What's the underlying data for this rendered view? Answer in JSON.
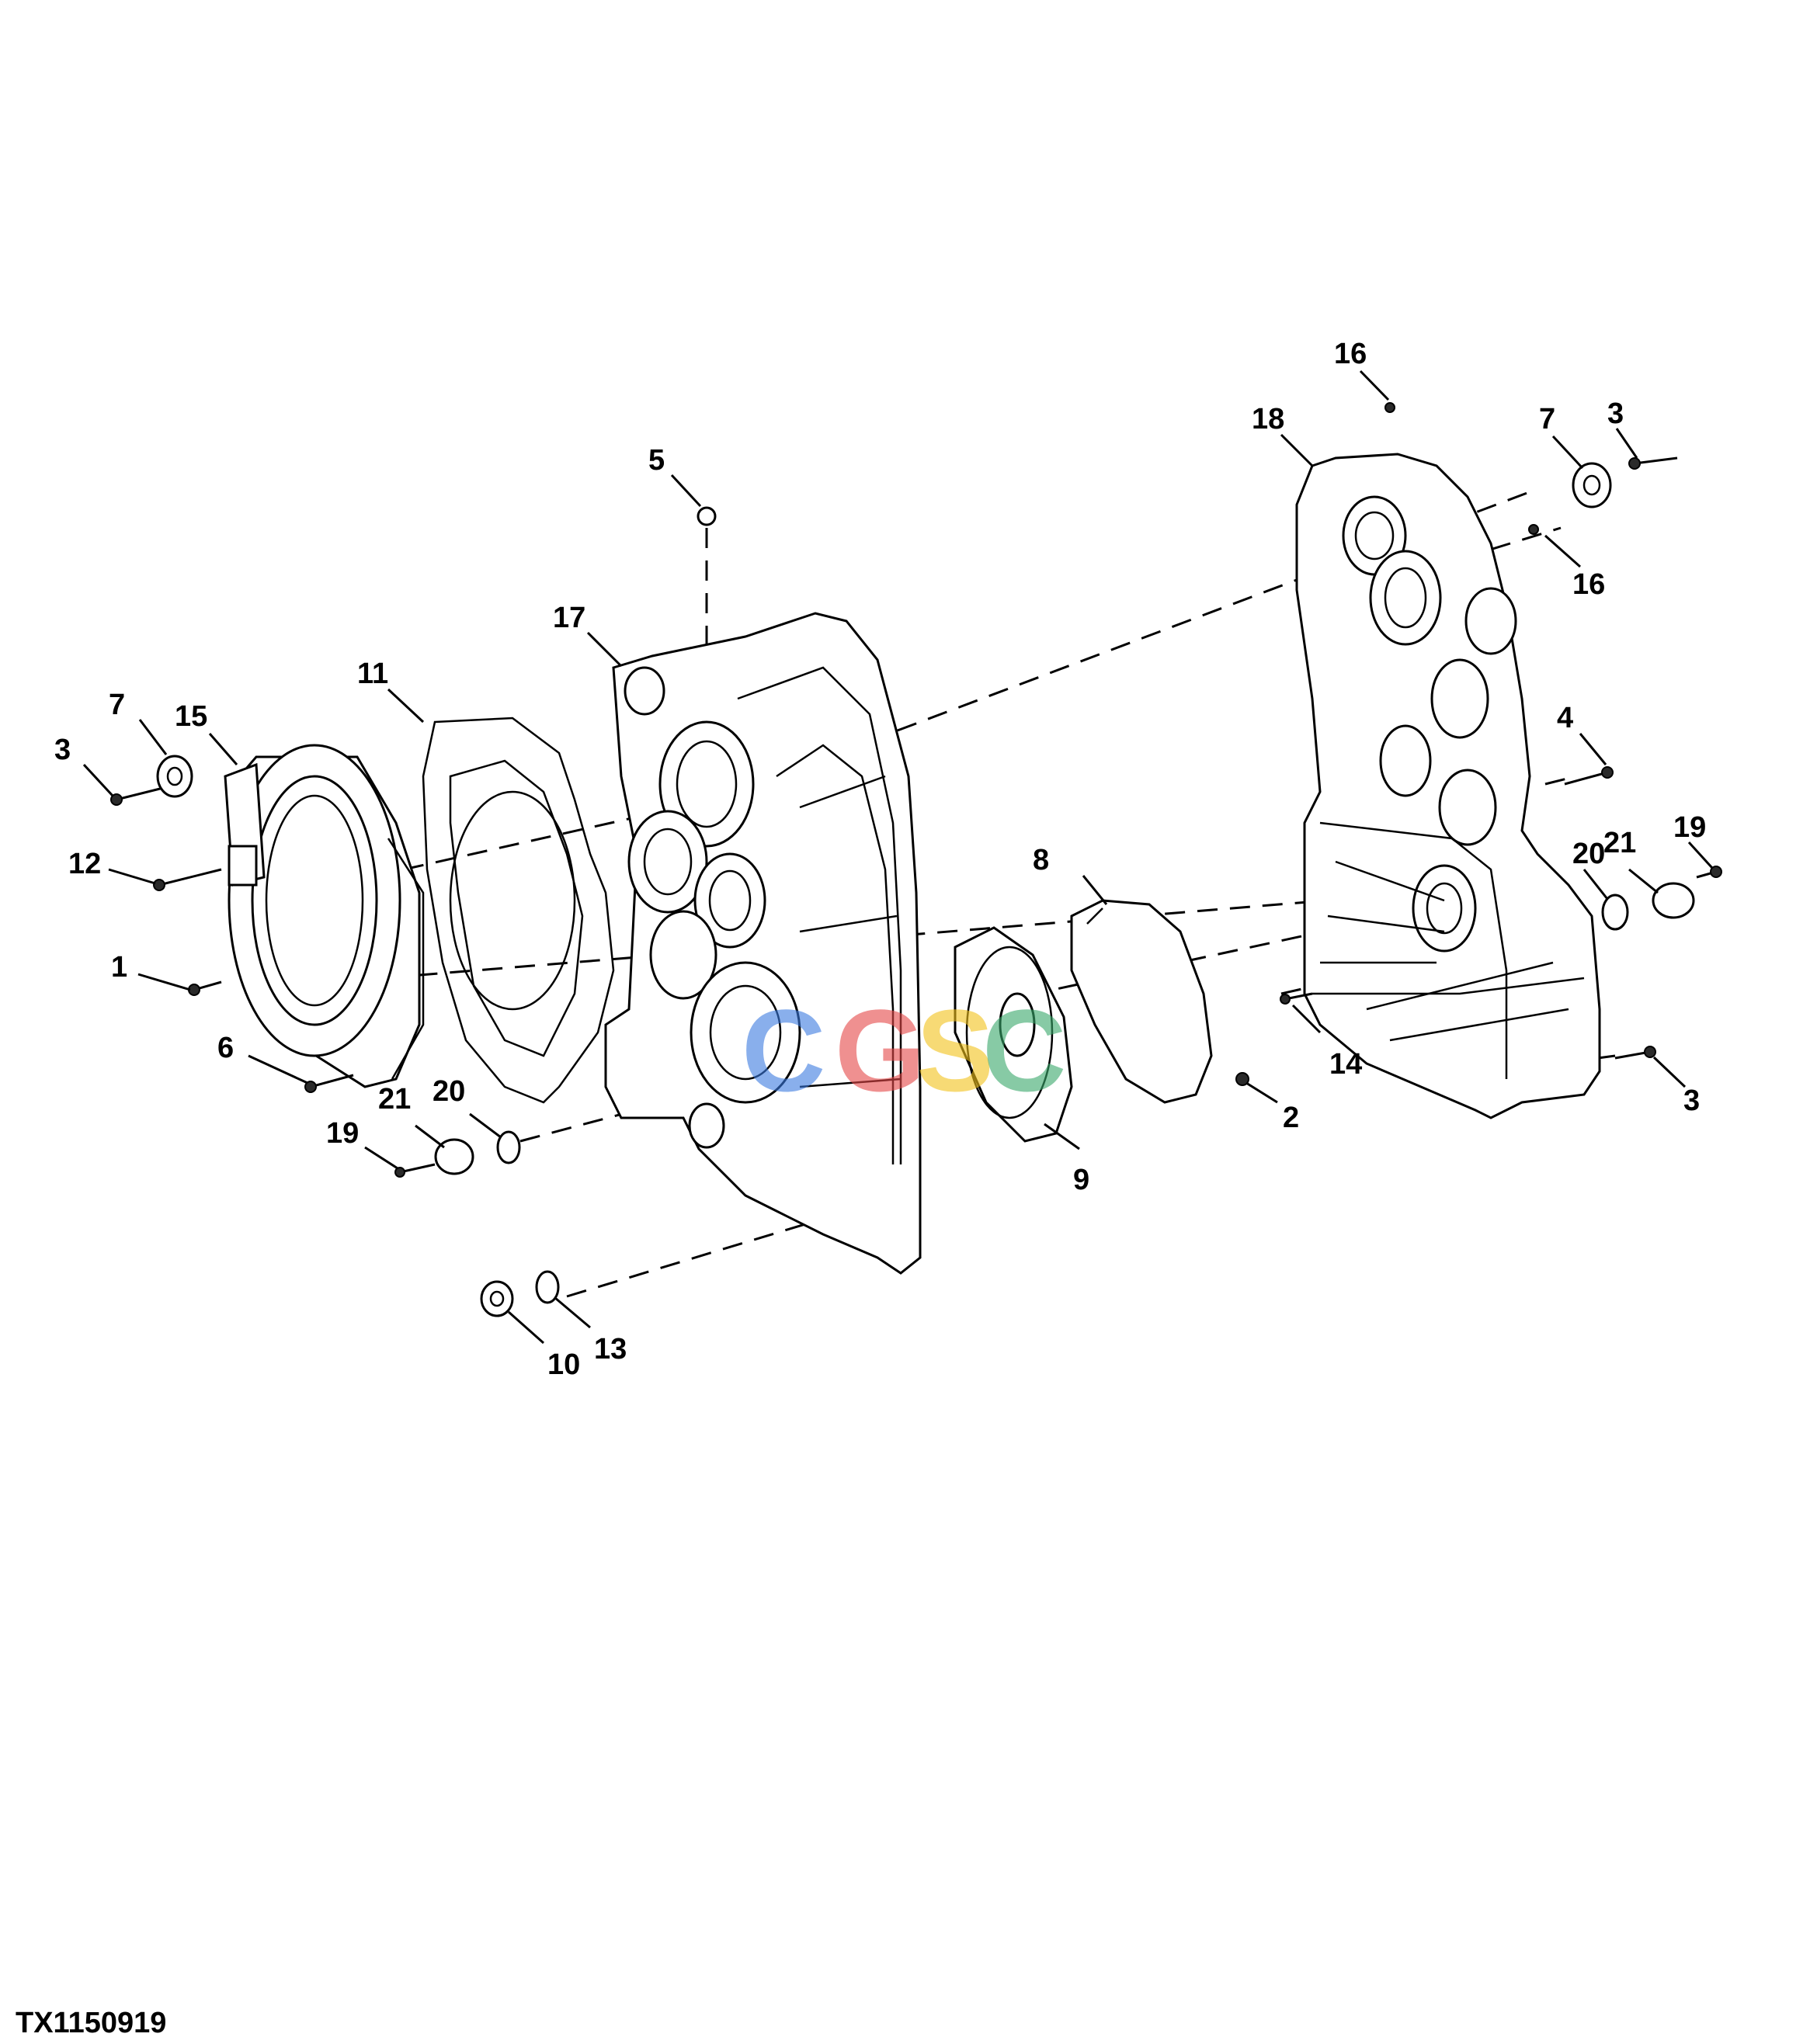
{
  "figure_id": "TX1150919",
  "watermark": {
    "letters": [
      "C",
      "G",
      "S",
      "C"
    ],
    "colors": [
      "#3b7be0",
      "#e54848",
      "#f2c21b",
      "#39a86b"
    ]
  },
  "callouts": [
    {
      "id": "c16a",
      "label": "16"
    },
    {
      "id": "c18",
      "label": "18"
    },
    {
      "id": "c7r",
      "label": "7"
    },
    {
      "id": "c3tr",
      "label": "3"
    },
    {
      "id": "c16b",
      "label": "16"
    },
    {
      "id": "c5",
      "label": "5"
    },
    {
      "id": "c17",
      "label": "17"
    },
    {
      "id": "c11",
      "label": "11"
    },
    {
      "id": "c7l",
      "label": "7"
    },
    {
      "id": "c15",
      "label": "15"
    },
    {
      "id": "c3l",
      "label": "3"
    },
    {
      "id": "c4",
      "label": "4"
    },
    {
      "id": "c19r",
      "label": "19"
    },
    {
      "id": "c21r",
      "label": "21"
    },
    {
      "id": "c20r",
      "label": "20"
    },
    {
      "id": "c12",
      "label": "12"
    },
    {
      "id": "c8",
      "label": "8"
    },
    {
      "id": "c1",
      "label": "1"
    },
    {
      "id": "c6",
      "label": "6"
    },
    {
      "id": "c14",
      "label": "14"
    },
    {
      "id": "c3br",
      "label": "3"
    },
    {
      "id": "c2",
      "label": "2"
    },
    {
      "id": "c21l",
      "label": "21"
    },
    {
      "id": "c20l",
      "label": "20"
    },
    {
      "id": "c19l",
      "label": "19"
    },
    {
      "id": "c9",
      "label": "9"
    },
    {
      "id": "c13",
      "label": "13"
    },
    {
      "id": "c10",
      "label": "10"
    }
  ]
}
